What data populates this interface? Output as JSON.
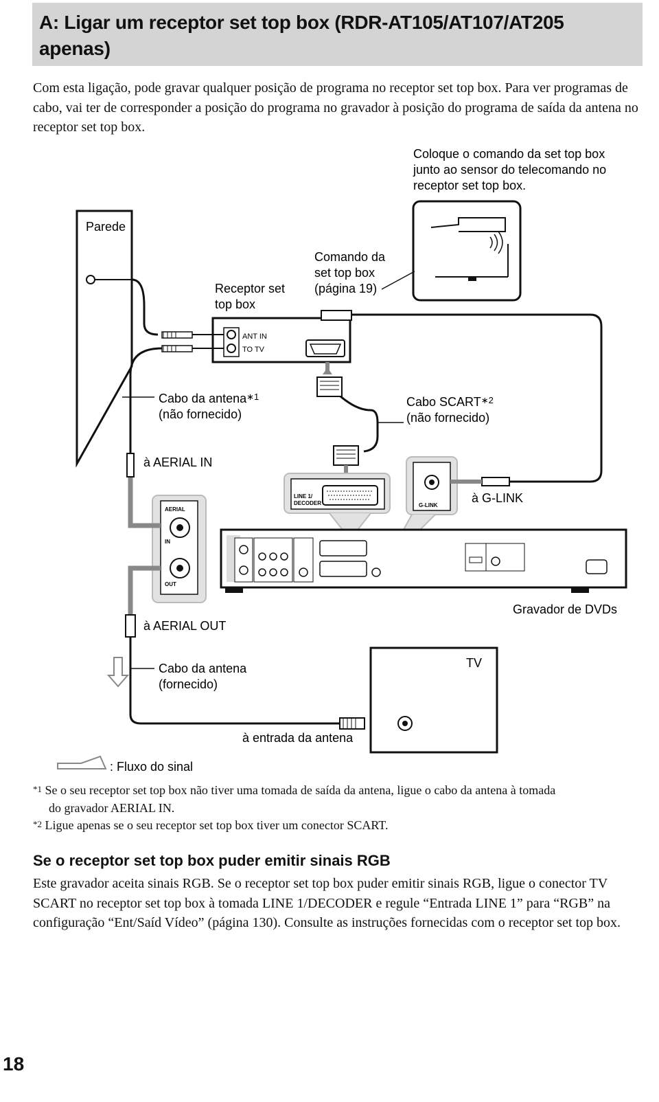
{
  "title": "A: Ligar um receptor set top box (RDR-AT105/AT107/AT205 apenas)",
  "intro": "Com esta ligação, pode gravar qualquer posição de programa no receptor set top box. Para ver programas de cabo, vai ter de corresponder a posição do programa no gravador à posição do programa de saída da antena no receptor set top box.",
  "diagram": {
    "remote_note": [
      "Coloque o comando da set top box",
      "junto ao sensor do telecomando no",
      "receptor set top box."
    ],
    "wall": "Parede",
    "receiver": [
      "Receptor set",
      "top box"
    ],
    "remote": [
      "Comando da",
      "set top box",
      "(página 19)"
    ],
    "ant_in": "ANT IN",
    "to_tv": "TO TV",
    "antenna_cable_1": "Cabo da antena",
    "antenna_cable_1_mark": "∗1",
    "not_supplied": "(não fornecido)",
    "scart_cable": "Cabo SCART",
    "scart_cable_mark": "∗2",
    "to_aerial_in": "à AERIAL IN",
    "to_glink": "à G-LINK",
    "to_aerial_out": "à AERIAL OUT",
    "dvd_recorder": "Gravador de DVDs",
    "antenna_cable_2": [
      "Cabo da antena",
      "(fornecido)"
    ],
    "tv": "TV",
    "to_antenna_input": "à entrada da antena",
    "signal_flow": ": Fluxo do sinal",
    "panel_aerial": "AERIAL",
    "panel_in": "IN",
    "panel_out": "OUT",
    "panel_line1": [
      "LINE 1/",
      "DECODER"
    ],
    "panel_glink": "G-LINK"
  },
  "footnotes": [
    {
      "mark": "*1",
      "text": "Se o seu receptor set top box não tiver uma tomada de saída da antena, ligue o cabo da antena à tomada",
      "text2": "do gravador AERIAL IN."
    },
    {
      "mark": "*2",
      "text": "Ligue apenas se o seu receptor set top box tiver um conector SCART."
    }
  ],
  "rgb_heading": "Se o receptor set top box puder emitir sinais RGB",
  "rgb_body": "Este gravador aceita sinais RGB. Se o receptor set top box puder emitir sinais RGB, ligue o conector TV SCART no receptor set top box à tomada LINE 1/DECODER e regule “Entrada LINE 1” para “RGB” na configuração “Ent/Saíd Vídeo” (página 130). Consulte as instruções fornecidas com o receptor set top box.",
  "page_number": "18"
}
